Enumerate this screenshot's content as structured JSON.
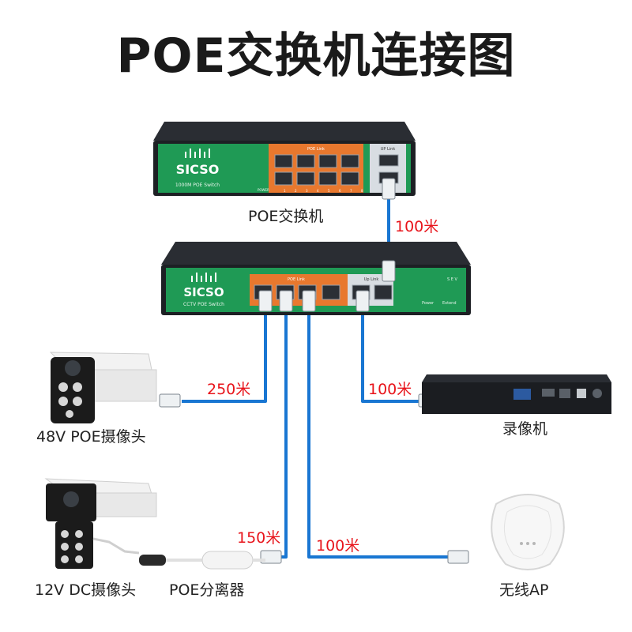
{
  "title": "POE交换机连接图",
  "switch_top": {
    "label": "POE交换机",
    "brand": "SICSO",
    "model": "1000M POE Switch",
    "poe_group": "POE Link",
    "uplink_group": "UP Link",
    "power": "POWER",
    "port_numbers": [
      "1",
      "2",
      "3",
      "4",
      "5",
      "6",
      "7",
      "8"
    ]
  },
  "switch_bottom": {
    "brand": "SICSO",
    "model": "CCTV POE Switch",
    "poe_group": "POE Link",
    "uplink_group": "Up Link",
    "power": "Power",
    "extend": "Extend",
    "mode": "S E V"
  },
  "nvr": {
    "label": "录像机"
  },
  "camera_48v": {
    "label": "48V POE摄像头"
  },
  "camera_12v": {
    "label": "12V DC摄像头"
  },
  "splitter": {
    "label": "POE分离器"
  },
  "ap": {
    "label": "无线AP"
  },
  "distances": {
    "uplink": "100米",
    "cam48": "250米",
    "nvr": "100米",
    "cam12": "150米",
    "ap": "100米"
  },
  "colors": {
    "cable": "#1976d2",
    "panel": "#1f9a55",
    "poe_panel": "#e8782e",
    "distance_text": "#e8141b"
  }
}
